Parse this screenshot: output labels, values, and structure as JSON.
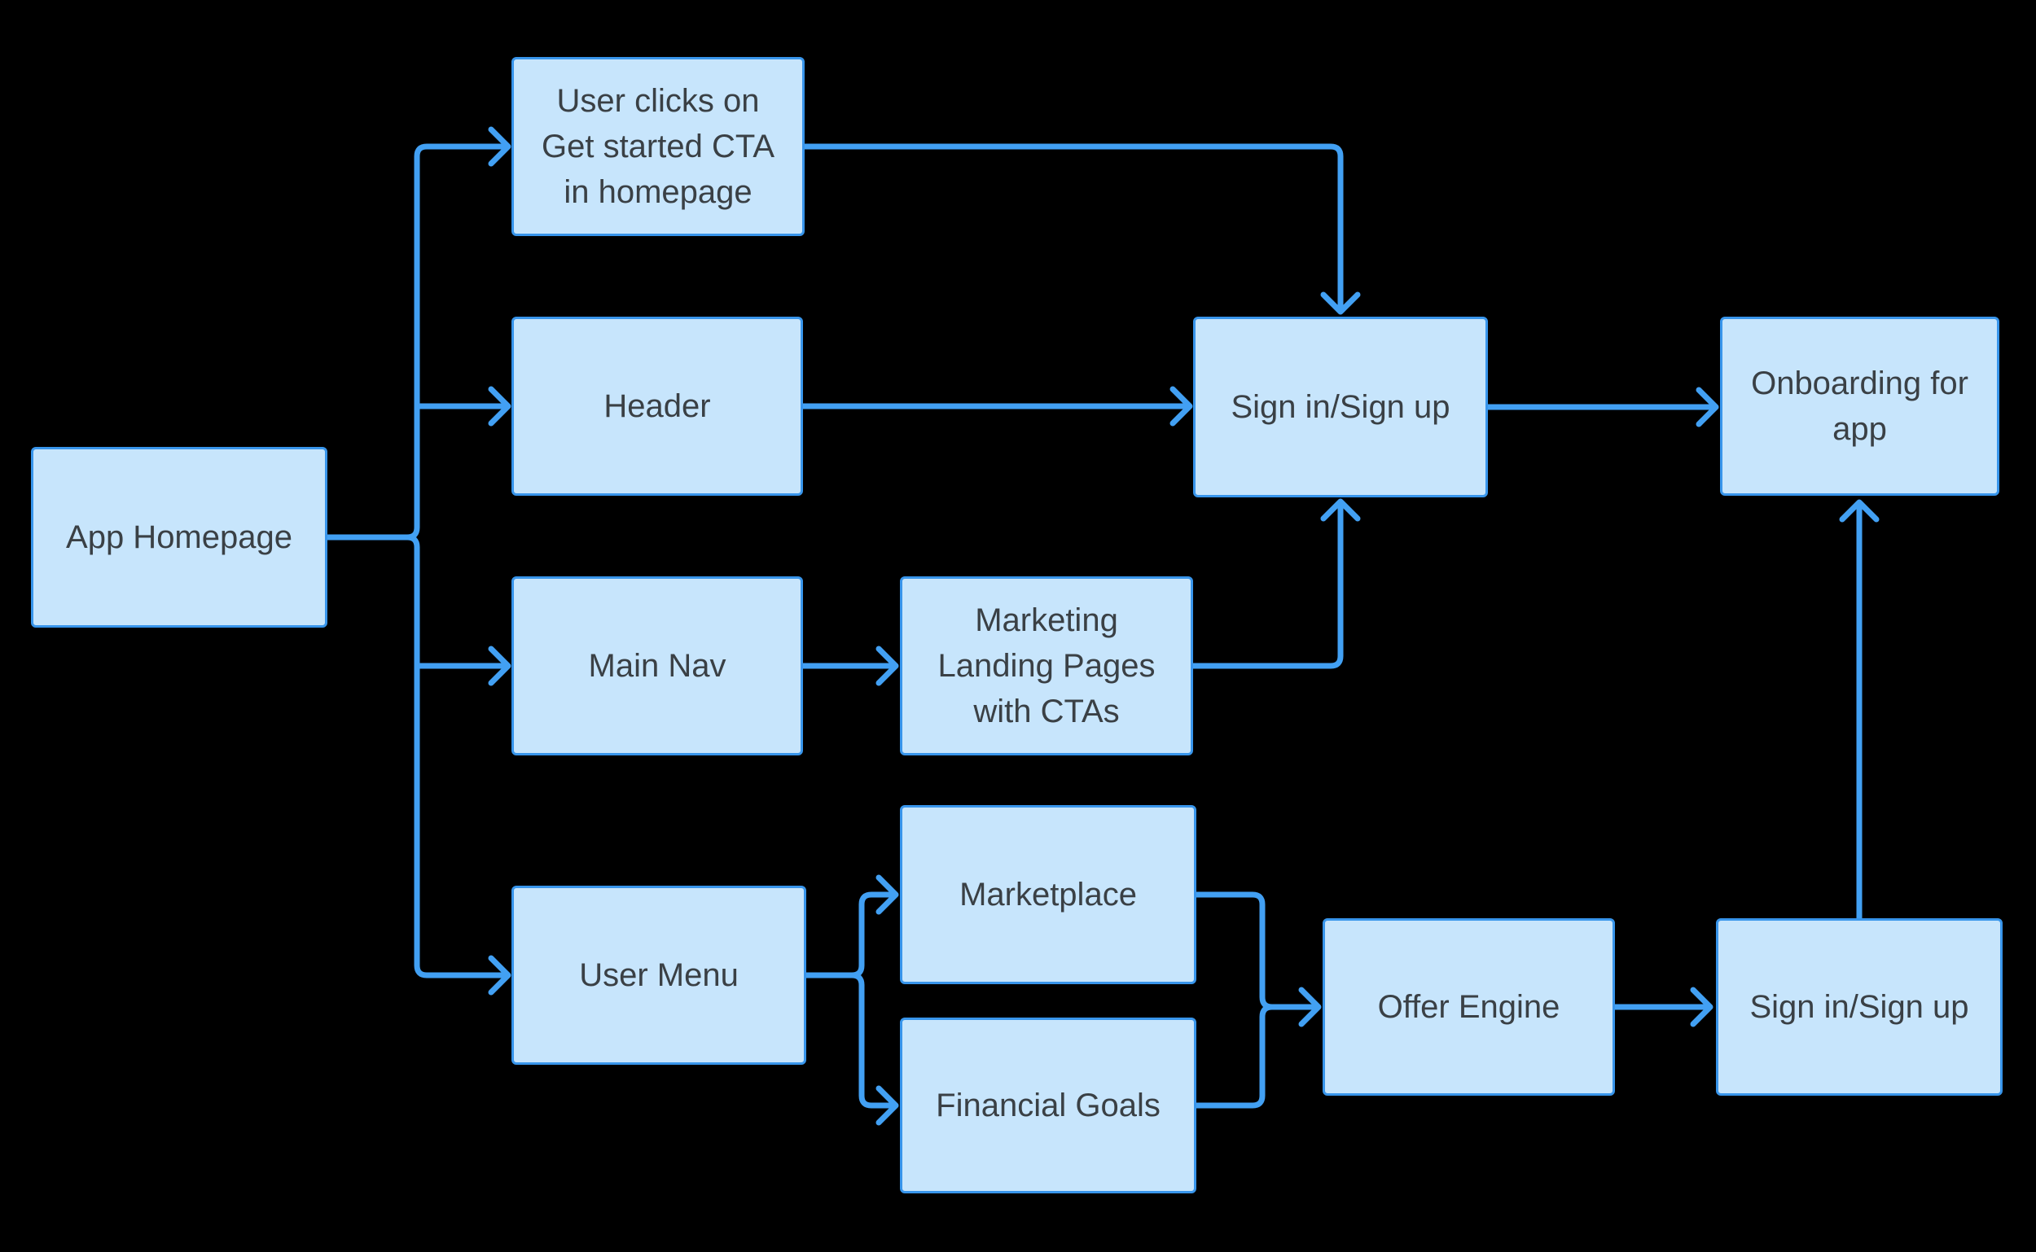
{
  "app": {
    "background": "#000000"
  },
  "colors": {
    "background": "#000000",
    "node_fill": "#C7E5FC",
    "node_border": "#3895EB",
    "connector": "#42A0F3",
    "text": "#3A4045"
  },
  "diagram": {
    "type": "flowchart",
    "direction": "left-to-right",
    "nodes": [
      {
        "id": "app-homepage",
        "label": "App Homepage"
      },
      {
        "id": "get-started-cta",
        "label": "User clicks on Get started CTA in homepage"
      },
      {
        "id": "header",
        "label": "Header"
      },
      {
        "id": "main-nav",
        "label": "Main Nav"
      },
      {
        "id": "user-menu",
        "label": "User Menu"
      },
      {
        "id": "marketing-landing-pages",
        "label": "Marketing Landing Pages with CTAs"
      },
      {
        "id": "marketplace",
        "label": "Marketplace"
      },
      {
        "id": "financial-goals",
        "label": "Financial Goals"
      },
      {
        "id": "sign-in-sign-up",
        "label": "Sign in/Sign up"
      },
      {
        "id": "onboarding-for-app",
        "label": "Onboarding for app"
      },
      {
        "id": "offer-engine",
        "label": "Offer Engine"
      },
      {
        "id": "sign-in-sign-up-2",
        "label": "Sign in/Sign up"
      }
    ],
    "edges": [
      {
        "from": "app-homepage",
        "to": "get-started-cta"
      },
      {
        "from": "app-homepage",
        "to": "header"
      },
      {
        "from": "app-homepage",
        "to": "main-nav"
      },
      {
        "from": "app-homepage",
        "to": "user-menu"
      },
      {
        "from": "get-started-cta",
        "to": "sign-in-sign-up"
      },
      {
        "from": "header",
        "to": "sign-in-sign-up"
      },
      {
        "from": "main-nav",
        "to": "marketing-landing-pages"
      },
      {
        "from": "marketing-landing-pages",
        "to": "sign-in-sign-up"
      },
      {
        "from": "user-menu",
        "to": "marketplace"
      },
      {
        "from": "user-menu",
        "to": "financial-goals"
      },
      {
        "from": "marketplace",
        "to": "offer-engine"
      },
      {
        "from": "financial-goals",
        "to": "offer-engine"
      },
      {
        "from": "offer-engine",
        "to": "sign-in-sign-up-2"
      },
      {
        "from": "sign-in-sign-up",
        "to": "onboarding-for-app"
      },
      {
        "from": "sign-in-sign-up-2",
        "to": "onboarding-for-app"
      }
    ]
  }
}
